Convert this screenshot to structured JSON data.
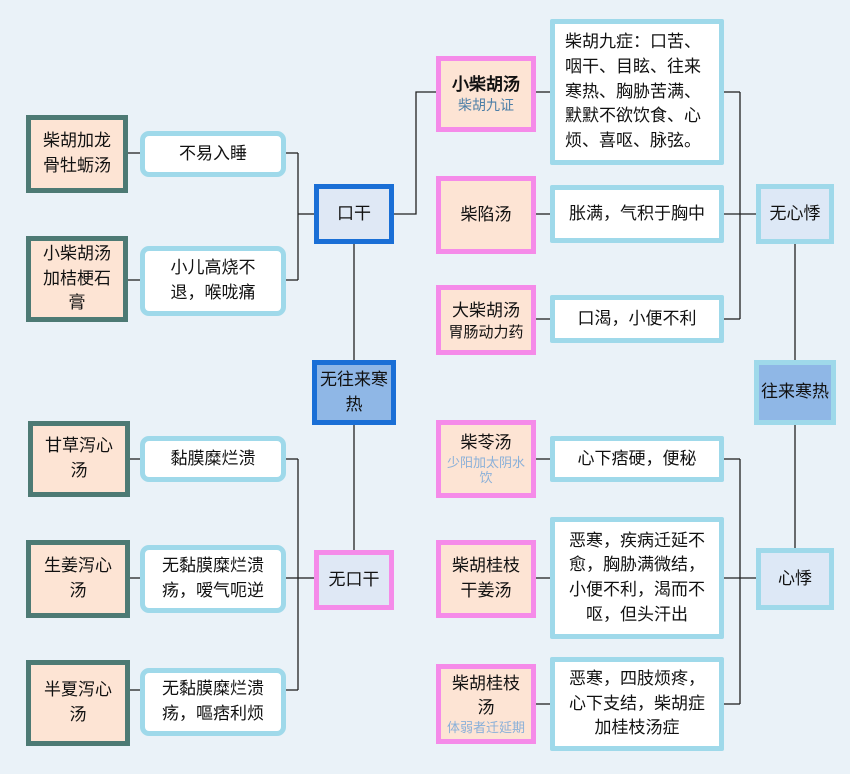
{
  "left": {
    "center": "无往来寒热",
    "branch_dry": "口干",
    "branch_nodry": "无口干",
    "dry_items": [
      {
        "formula": "柴胡加龙骨牡蛎汤",
        "symptom": "不易入睡"
      },
      {
        "formula": "小柴胡汤加桔梗石膏",
        "symptom": "小儿高烧不退，喉咙痛"
      }
    ],
    "nodry_items": [
      {
        "formula": "甘草泻心汤",
        "symptom": "黏膜糜烂溃"
      },
      {
        "formula": "生姜泻心汤",
        "symptom": "无黏膜糜烂溃疡，嗳气呃逆"
      },
      {
        "formula": "半夏泻心汤",
        "symptom": "无黏膜糜烂溃疡，嘔痞利烦"
      }
    ]
  },
  "right": {
    "center": "往来寒热",
    "branch_a": "无心悸",
    "branch_b": "心悸",
    "a_items": [
      {
        "formula": "小柴胡汤",
        "note": "柴胡九证",
        "symptom": "柴胡九症：口苦、咽干、目眩、往来寒热、胸胁苦满、默默不欲饮食、心烦、喜呕、脉弦。"
      },
      {
        "formula": "柴陷汤",
        "note": "",
        "symptom": "胀满，气积于胸中"
      },
      {
        "formula": "大柴胡汤",
        "note": "胃肠动力药",
        "symptom": "口渴，小便不利"
      }
    ],
    "b_items": [
      {
        "formula": "柴苓汤",
        "note": "少阳加太阴水饮",
        "symptom": "心下痞硬，便秘"
      },
      {
        "formula": "柴胡桂枝干姜汤",
        "note": "",
        "symptom": "恶寒，疾病迁延不愈，胸胁满微结，小便不利，渴而不呕，但头汗出"
      },
      {
        "formula": "柴胡桂枝汤",
        "note": "体弱者迁延期",
        "symptom": "恶寒，四肢烦疼，心下支结，柴胡症加桂枝汤症"
      }
    ]
  }
}
